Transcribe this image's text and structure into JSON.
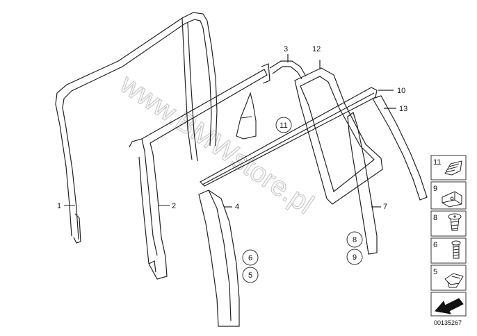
{
  "watermark": "www.BMWstore.pl",
  "labels": [
    "1",
    "2",
    "3",
    "4",
    "5",
    "6",
    "7",
    "8",
    "9",
    "10",
    "11",
    "12",
    "13"
  ],
  "circled_labels": {
    "a": "11",
    "b": "6",
    "c": "5",
    "d": "8",
    "e": "9"
  },
  "legend": [
    "11",
    "9",
    "8",
    "6",
    "5"
  ],
  "diagram_code": "00135267"
}
